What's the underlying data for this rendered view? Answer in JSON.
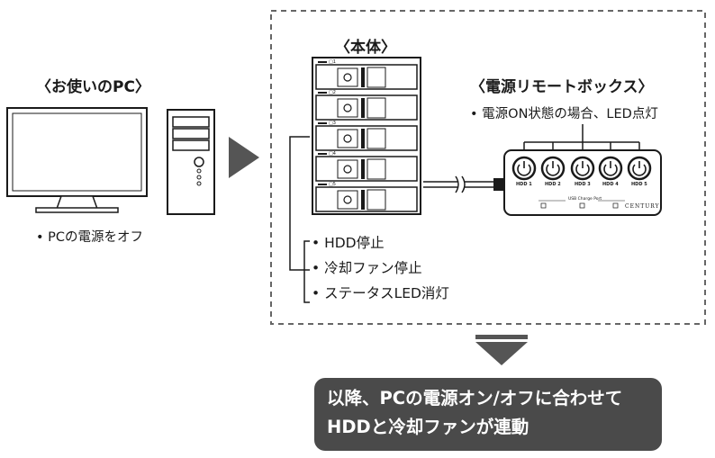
{
  "pc": {
    "title": "〈お使いのPC〉",
    "note": "• PCの電源をオフ"
  },
  "unit": {
    "title": "〈本体〉",
    "bay_labels": [
      "□1",
      "□2",
      "□3",
      "□4",
      "□5"
    ]
  },
  "remote": {
    "title": "〈電源リモートボックス〉",
    "note": "• 電源ON状態の場合、LED点灯",
    "buttons": [
      "HDD 1",
      "HDD 2",
      "HDD 3",
      "HDD 4",
      "HDD 5"
    ],
    "port_label": "USB Charge Port",
    "brand": "CENTURY"
  },
  "status": {
    "items": [
      "• HDD停止",
      "• 冷却ファン停止",
      "• ステータスLED消灯"
    ]
  },
  "result": {
    "line1": "以降、PCの電源オン/オフに合わせて",
    "line2": "HDDと冷却ファンが連動"
  },
  "colors": {
    "arrow": "#555555",
    "banner": "#4a4a4a",
    "dash": "#666666"
  }
}
